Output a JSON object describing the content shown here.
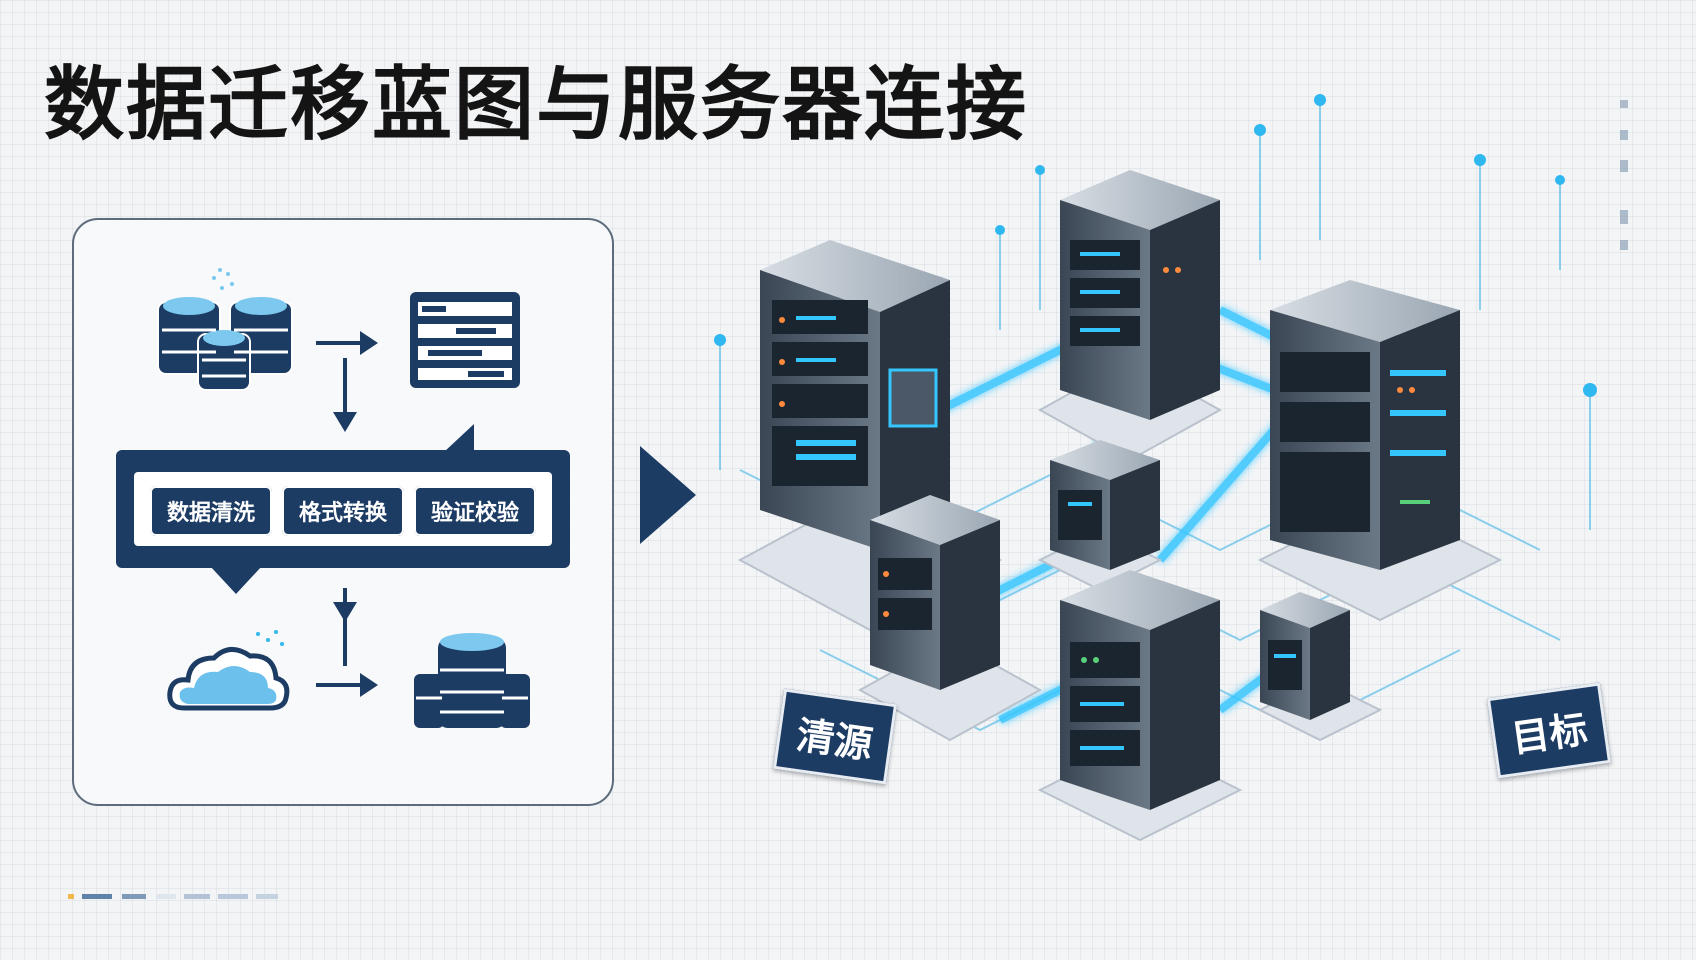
{
  "title": "数据迁移蓝图与服务器连接",
  "pipeline": {
    "steps": [
      "数据清洗",
      "格式转换",
      "验证校验"
    ]
  },
  "labels": {
    "source": "清源",
    "target": "目标"
  },
  "colors": {
    "navy": "#1d3c64",
    "accent_blue": "#2fb7f0",
    "background": "#f3f4f6"
  },
  "icons": [
    "database-cluster-icon",
    "server-panel-icon",
    "cloud-icon",
    "database-stack-icon",
    "server-rack-icon"
  ]
}
